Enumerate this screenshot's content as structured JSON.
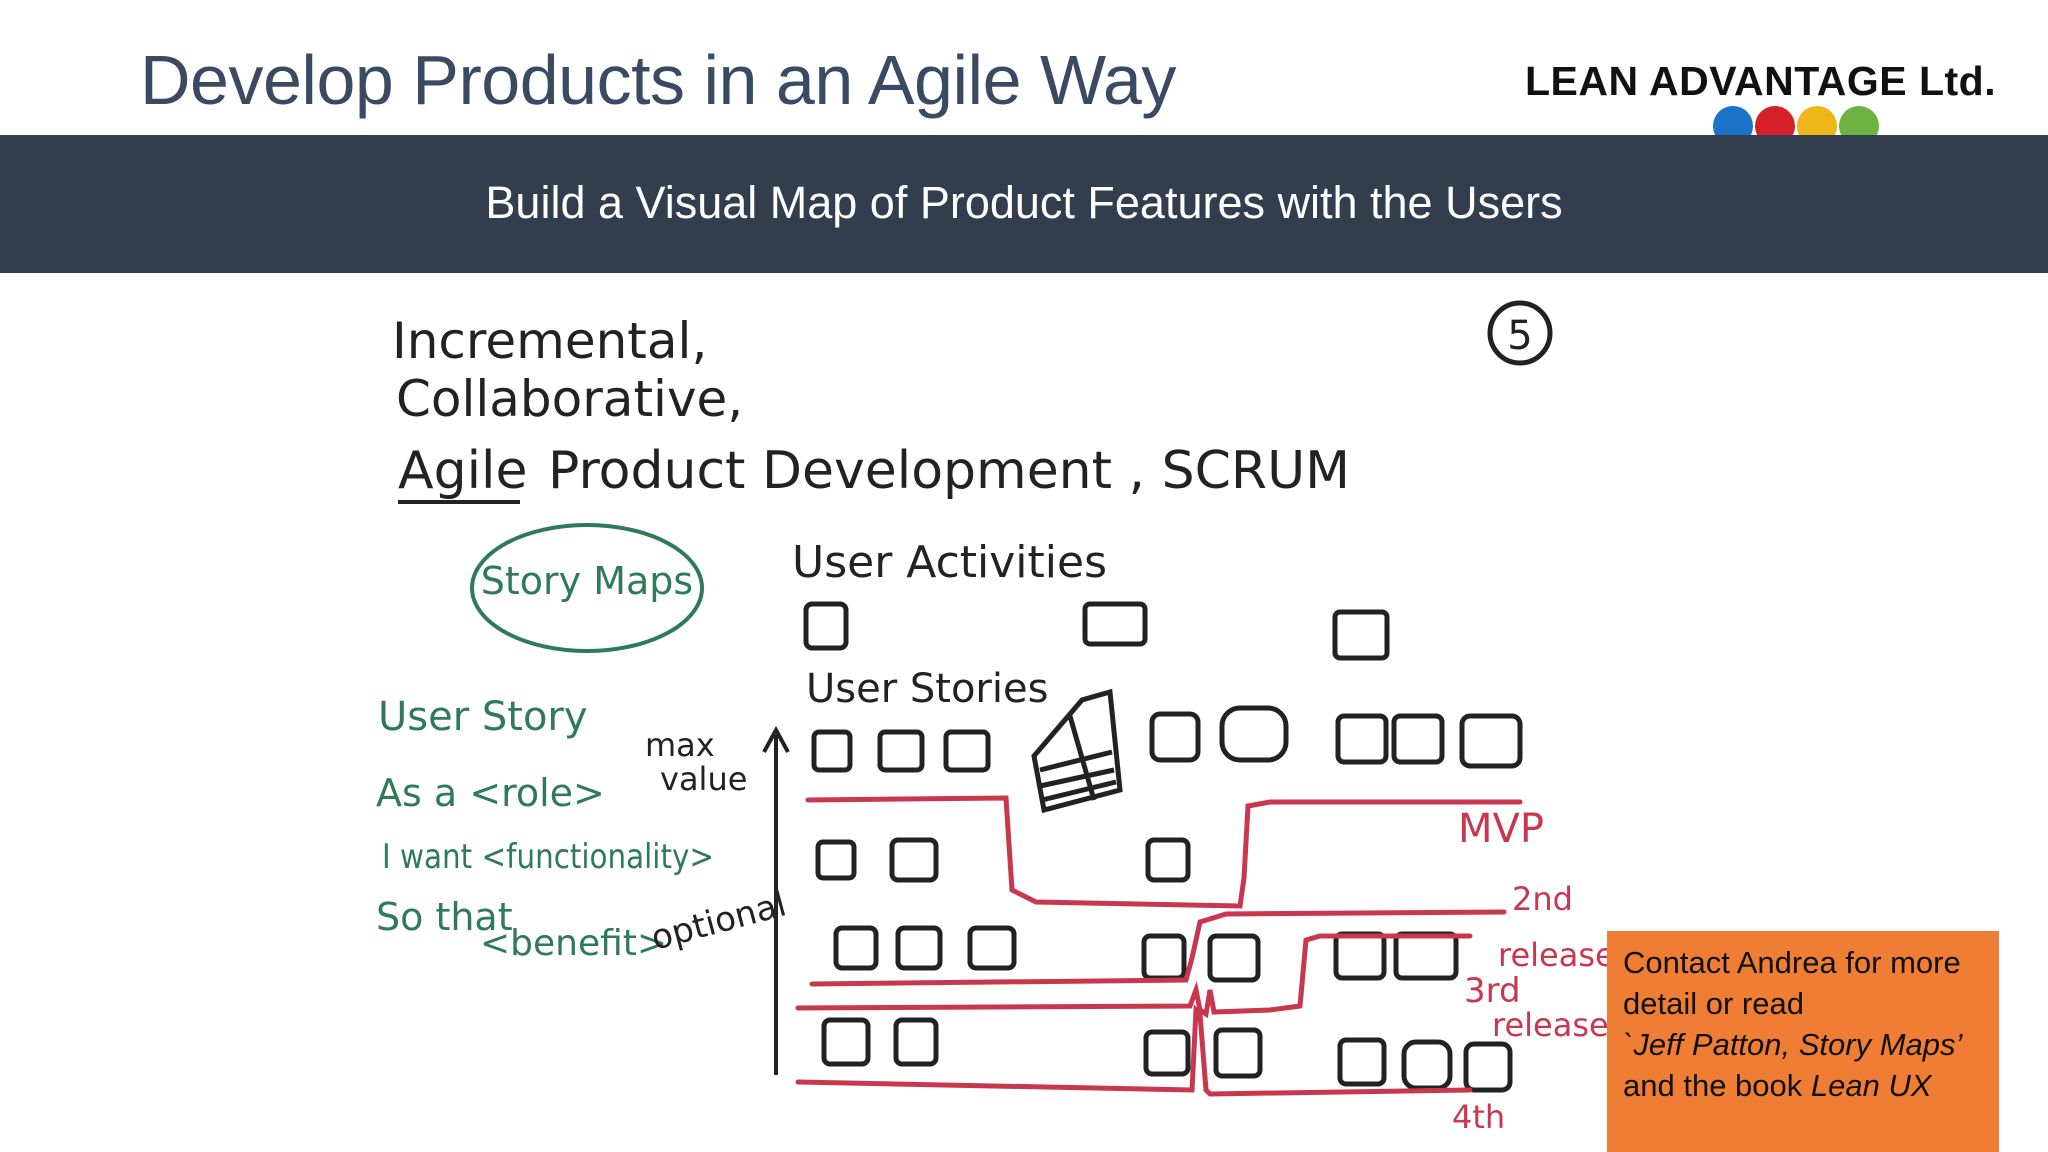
{
  "header": {
    "title": "Develop Products in an Agile Way",
    "logo_text": "LEAN ADVANTAGE Ltd.",
    "logo_dot_colors": [
      "#1a73c9",
      "#d42027",
      "#f0b518",
      "#6cb33f"
    ]
  },
  "banner": {
    "subtitle": "Build a Visual Map of Product Features with the Users"
  },
  "whiteboard": {
    "slide_number": "5",
    "heading_lines": [
      "Incremental,",
      "Collaborative,"
    ],
    "heading_agile": "Agile",
    "heading_rest": "Product Development , SCRUM",
    "story_maps_label": "Story Maps",
    "user_activities_label": "User Activities",
    "user_stories_label": "User Stories",
    "user_story_template": {
      "title": "User Story",
      "line1": "As a <role>",
      "line2": "I want <functionality>",
      "line3a": "So that",
      "line3b": "<benefit>"
    },
    "axis_top_1": "max",
    "axis_top_2": "value",
    "axis_bottom": "optional",
    "release_labels": {
      "mvp": "MVP",
      "second": "2nd",
      "second_release": "release",
      "third": "3rd",
      "third_release": "release",
      "fourth": "4th"
    },
    "ink_colors": {
      "black": "#222222",
      "green": "#2f7a5a",
      "red": "#c8374e"
    }
  },
  "note": {
    "line1": "Contact Andrea for more",
    "line2": "detail or read",
    "line3": "`Jeff Patton, Story Maps’",
    "line4_prefix": "and the book ",
    "line4_book": "Lean UX"
  }
}
